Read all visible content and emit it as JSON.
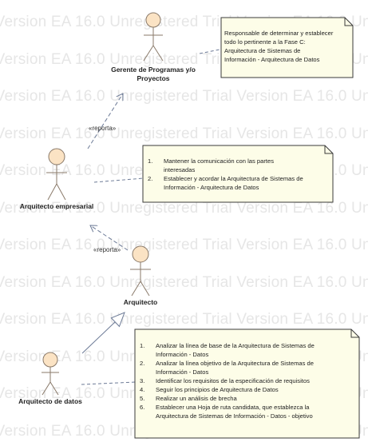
{
  "watermark": {
    "text": "rial Version   EA 16.0 Unregistered Trial Version   EA 16.0 Unregistered Trial Version"
  },
  "actors": {
    "gerente": {
      "name_line1": "Gerente de Programas y/o",
      "name_line2": "Proyectos"
    },
    "empresarial": {
      "name": "Arquitecto empresarial"
    },
    "arquitecto": {
      "name": "Arquitecto"
    },
    "datos": {
      "name": "Arquitecto de datos"
    }
  },
  "relations": {
    "reporta_1": "«reporta»",
    "reporta_2": "«reporta»"
  },
  "notes": {
    "gerente_note": {
      "lines": [
        "Responsable de determinar y establecer",
        "todo lo pertinente a la Fase C:",
        "Arquitectura de Sistemas de",
        "Información - Arquitectura de Datos"
      ]
    },
    "empresarial_note": {
      "items": [
        {
          "num": "1.",
          "lines": [
            "Mantener la comunicación con las partes",
            "interesadas"
          ]
        },
        {
          "num": "2.",
          "lines": [
            "Establecer y acordar la Arquitectura de Sistemas de",
            "Información - Arquitectura de Datos"
          ]
        }
      ]
    },
    "datos_note": {
      "items": [
        {
          "num": "1.",
          "lines": [
            "Analizar la línea de base de la Arquitectura de Sistemas de",
            "Información - Datos"
          ]
        },
        {
          "num": "2.",
          "lines": [
            "Analizar la línea objetivo de la Arquitectura de Sistemas de",
            "Información - Datos"
          ]
        },
        {
          "num": "3.",
          "lines": [
            "Identificar los requisitos de la especificación de requisitos"
          ]
        },
        {
          "num": "4.",
          "lines": [
            "Seguir los principios de Arquitectura de Datos"
          ]
        },
        {
          "num": "5.",
          "lines": [
            "Realizar un análisis de brecha"
          ]
        },
        {
          "num": "6.",
          "lines": [
            "Establecer una Hoja de ruta candidata, que establezca la",
            "Arquitectura de Sistemas de Información - Datos - objetivo"
          ]
        }
      ]
    }
  },
  "colors": {
    "actor_fill": "#fbe3c4",
    "actor_stroke": "#8a7a6a",
    "note_fill": "#fdfde8",
    "note_border": "#3a3a3a",
    "connector": "#6c7a96"
  }
}
